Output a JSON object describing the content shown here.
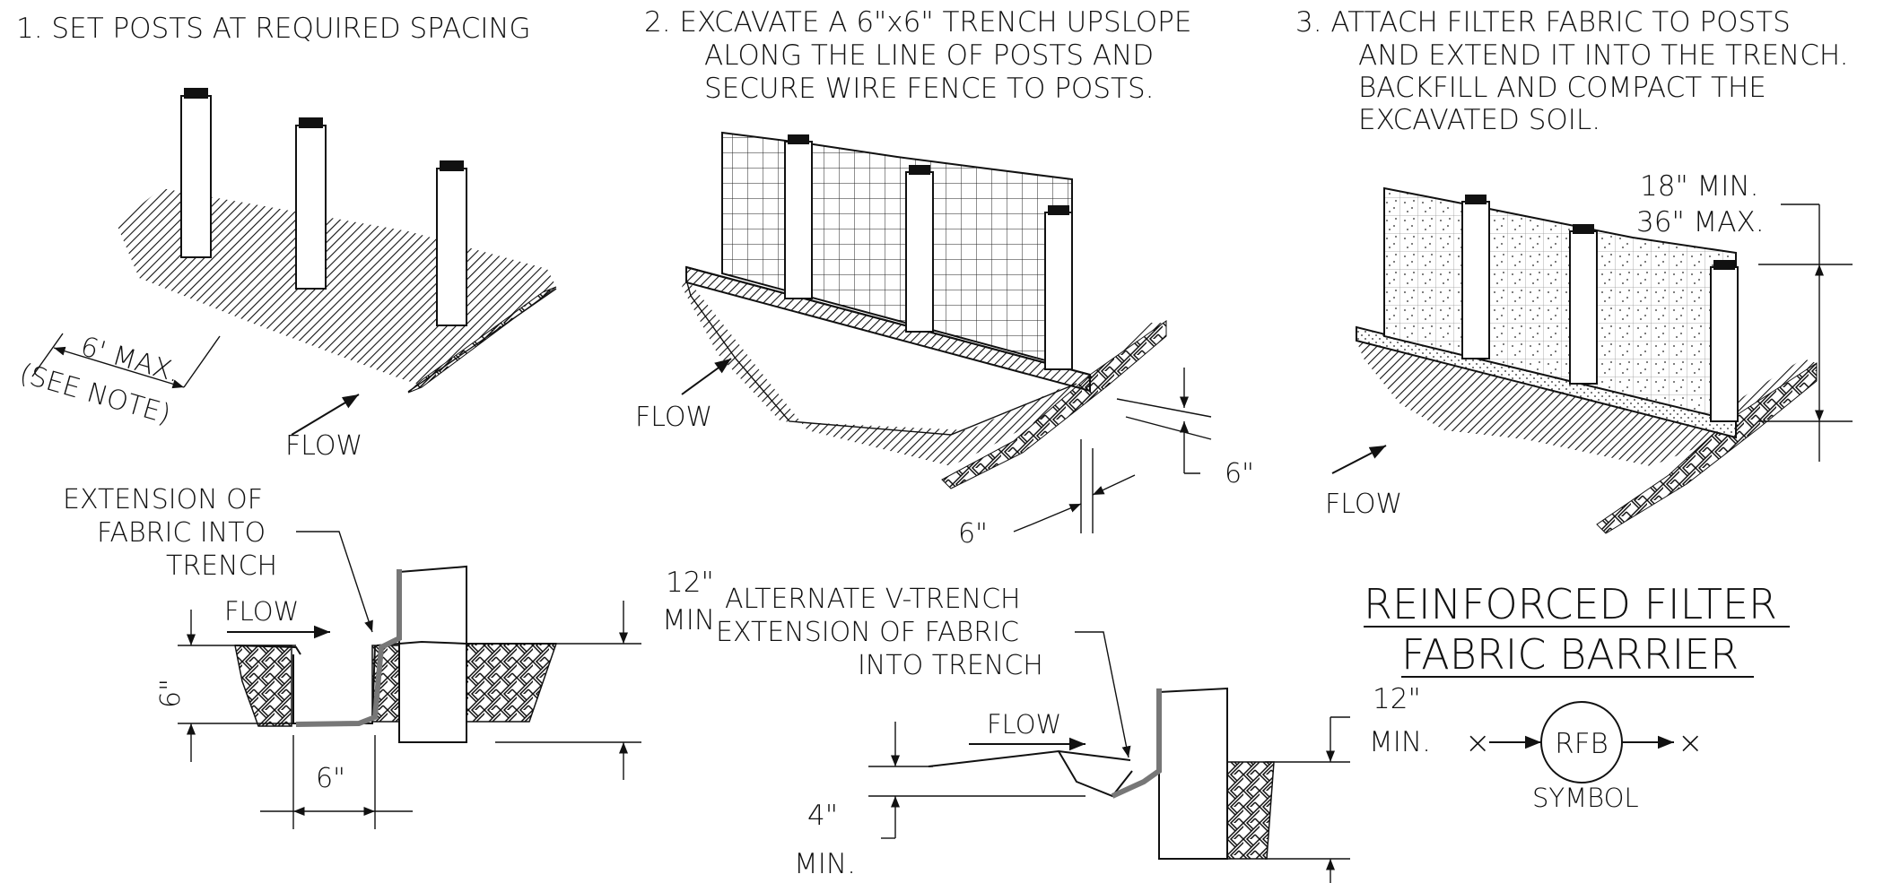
{
  "steps": {
    "step1": [
      "1. SET POSTS AT REQUIRED SPACING"
    ],
    "step2": [
      "2. EXCAVATE A 6\"x6\" TRENCH UPSLOPE",
      "ALONG THE LINE OF POSTS AND",
      "SECURE WIRE FENCE TO POSTS."
    ],
    "step3": [
      "3. ATTACH FILTER FABRIC TO POSTS",
      "AND EXTEND IT INTO THE TRENCH.",
      "BACKFILL AND COMPACT THE",
      "EXCAVATED SOIL."
    ]
  },
  "labels": {
    "flow": "FLOW",
    "six_max": "6' MAX.",
    "see_note": "(SEE NOTE)",
    "six_in": "6\"",
    "eighteen_min": "18\" MIN.",
    "thirtysix_max": "36\" MAX.",
    "ext_fabric": [
      "EXTENSION OF",
      "FABRIC INTO",
      "TRENCH"
    ],
    "twelve": "12\"",
    "min_short": "MIN",
    "min_long": "MIN.",
    "alt_trench": [
      "ALTERNATE V-TRENCH",
      "EXTENSION OF FABRIC",
      "INTO TRENCH"
    ],
    "four_in": "4\""
  },
  "title": [
    "REINFORCED FILTER",
    "FABRIC BARRIER"
  ],
  "symbol": {
    "code": "RFB",
    "caption": "SYMBOL",
    "end_mark": "×"
  }
}
